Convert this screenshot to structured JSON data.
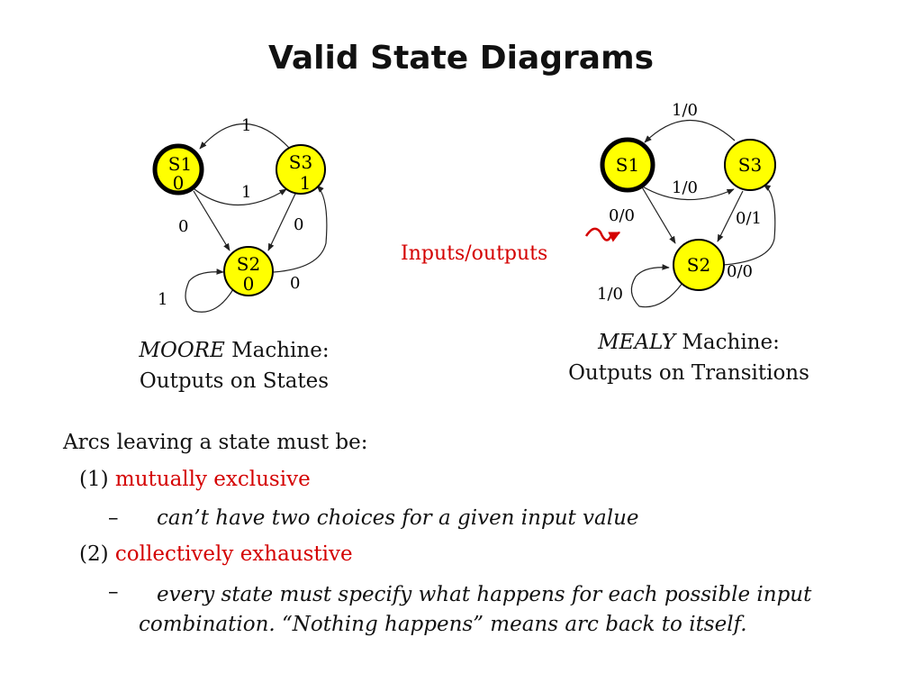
{
  "title": "Valid State Diagrams",
  "moore": {
    "states": [
      {
        "name": "S1",
        "output": "0"
      },
      {
        "name": "S3",
        "output": "1"
      },
      {
        "name": "S2",
        "output": "0"
      }
    ],
    "arcs": {
      "s3_to_s1": "1",
      "s1_to_s3": "1",
      "s1_to_s2": "0",
      "s3_to_s2": "0",
      "s2_to_s3": "0",
      "s2_self": "1"
    },
    "caption_italic": "MOORE",
    "caption_rest": " Machine:",
    "caption_line2": "Outputs on States"
  },
  "mealy": {
    "states": [
      {
        "name": "S1"
      },
      {
        "name": "S3"
      },
      {
        "name": "S2"
      }
    ],
    "arcs": {
      "s3_to_s1": "1/0",
      "s1_to_s3": "1/0",
      "s1_to_s2": "0/0",
      "s3_to_s2": "0/1",
      "s2_to_s3": "0/0",
      "s2_self": "1/0"
    },
    "annotation": "Inputs/outputs",
    "caption_italic": "MEALY",
    "caption_rest": " Machine:",
    "caption_line2": "Outputs on Transitions"
  },
  "body": {
    "intro": "Arcs leaving a state must be:",
    "rule1_num": "(1) ",
    "rule1": "mutually exclusive",
    "rule1_detail": "can’t have two choices for a given input value",
    "rule2_num": "(2) ",
    "rule2": "collectively exhaustive",
    "rule2_detail": "every state must specify what happens for each possible input combination.  “Nothing happens” means arc back to itself.",
    "dash": "–"
  },
  "colors": {
    "state_fill": "#ffff00",
    "accent": "#d40000"
  }
}
